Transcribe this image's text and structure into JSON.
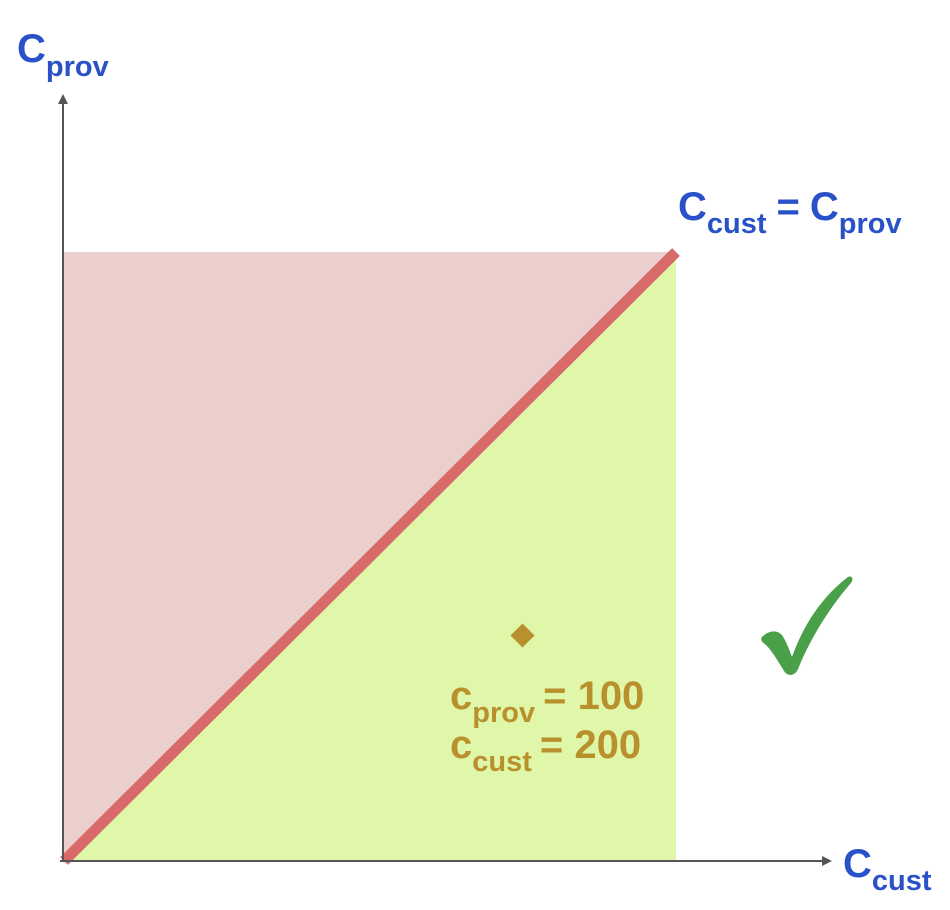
{
  "axes": {
    "y_label_main": "C",
    "y_label_sub": "prov",
    "x_label_main": "C",
    "x_label_sub": "cust"
  },
  "diagonal_label": {
    "left_main": "C",
    "left_sub": "cust",
    "equals": "=",
    "right_main": "C",
    "right_sub": "prov"
  },
  "point": {
    "line1_main": "c",
    "line1_sub": "prov",
    "line1_value": "= 100",
    "line2_main": "c",
    "line2_sub": "cust",
    "line2_value": "= 200"
  },
  "icons": {
    "check": "checkmark-icon",
    "point": "diamond-marker-icon"
  },
  "colors": {
    "axis": "#555555",
    "upper_region": "#ebcfcd",
    "lower_region": "#e0f6a8",
    "diagonal": "#d86a6a",
    "label_blue": "#2a52c8",
    "label_gold": "#b8912c",
    "point": "#b8912c",
    "check": "#4aa048"
  }
}
